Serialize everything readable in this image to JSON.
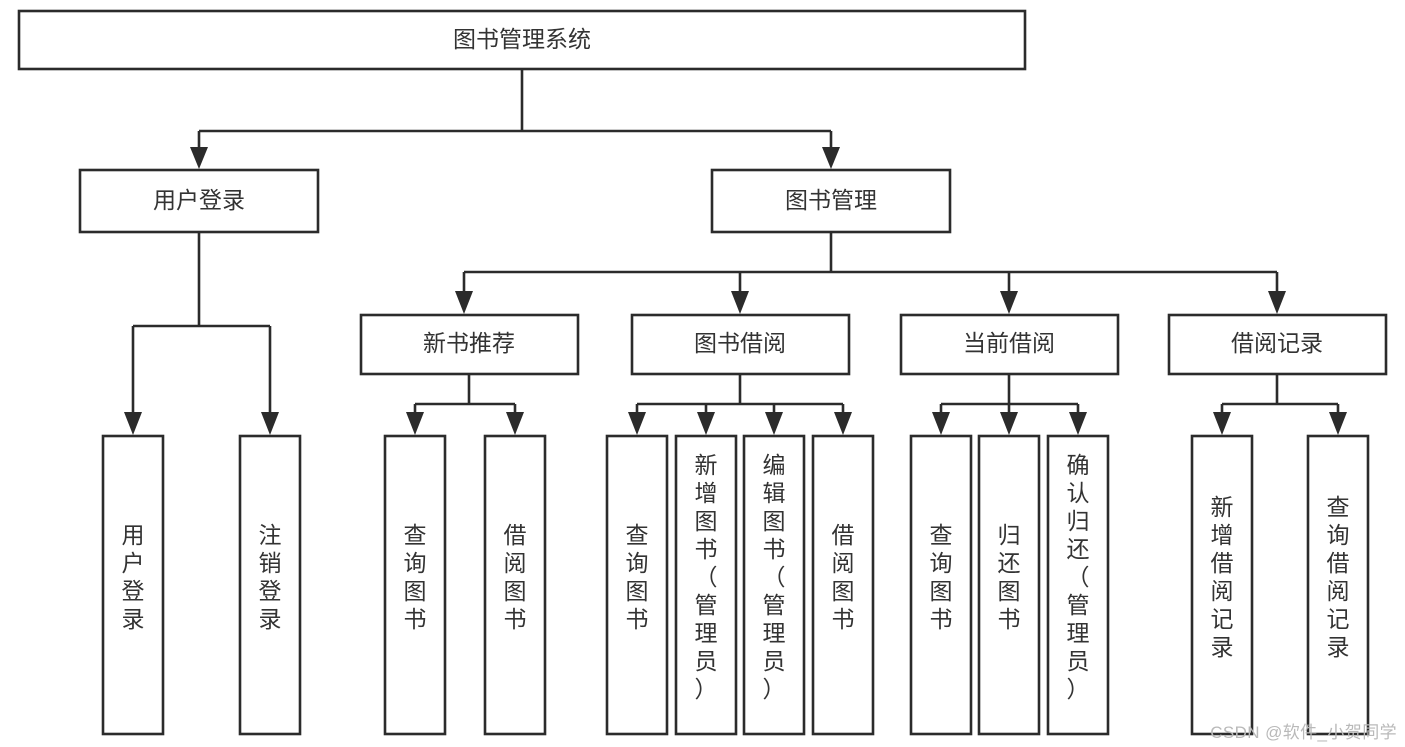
{
  "diagram": {
    "type": "tree-hierarchy-flowchart",
    "title_node": {
      "id": "root",
      "label": "图书管理系统"
    },
    "levels": [
      {
        "level": 0,
        "nodes": [
          {
            "id": "root",
            "label": "图书管理系统",
            "orientation": "horizontal"
          }
        ]
      },
      {
        "level": 1,
        "nodes": [
          {
            "id": "user-login",
            "label": "用户登录",
            "orientation": "horizontal",
            "parent": "root"
          },
          {
            "id": "book-manage",
            "label": "图书管理",
            "orientation": "horizontal",
            "parent": "root"
          }
        ]
      },
      {
        "level": 2,
        "nodes": [
          {
            "id": "new-book-rec",
            "label": "新书推荐",
            "orientation": "horizontal",
            "parent": "book-manage"
          },
          {
            "id": "book-borrow",
            "label": "图书借阅",
            "orientation": "horizontal",
            "parent": "book-manage"
          },
          {
            "id": "current-borrow",
            "label": "当前借阅",
            "orientation": "horizontal",
            "parent": "book-manage"
          },
          {
            "id": "borrow-record",
            "label": "借阅记录",
            "orientation": "horizontal",
            "parent": "book-manage"
          }
        ]
      },
      {
        "level": 3,
        "nodes": [
          {
            "id": "leaf-user-login",
            "label": "用户登录",
            "orientation": "vertical",
            "parent": "user-login"
          },
          {
            "id": "leaf-logout",
            "label": "注销登录",
            "orientation": "vertical",
            "parent": "user-login"
          },
          {
            "id": "leaf-query-book-1",
            "label": "查询图书",
            "orientation": "vertical",
            "parent": "new-book-rec"
          },
          {
            "id": "leaf-borrow-book-1",
            "label": "借阅图书",
            "orientation": "vertical",
            "parent": "new-book-rec"
          },
          {
            "id": "leaf-query-book-2",
            "label": "查询图书",
            "orientation": "vertical",
            "parent": "book-borrow"
          },
          {
            "id": "leaf-add-book",
            "label": "新增图书（管理员）",
            "orientation": "vertical",
            "parent": "book-borrow"
          },
          {
            "id": "leaf-edit-book",
            "label": "编辑图书（管理员）",
            "orientation": "vertical",
            "parent": "book-borrow"
          },
          {
            "id": "leaf-borrow-book-2",
            "label": "借阅图书",
            "orientation": "vertical",
            "parent": "book-borrow"
          },
          {
            "id": "leaf-query-book-3",
            "label": "查询图书",
            "orientation": "vertical",
            "parent": "current-borrow"
          },
          {
            "id": "leaf-return-book",
            "label": "归还图书",
            "orientation": "vertical",
            "parent": "current-borrow"
          },
          {
            "id": "leaf-confirm-return",
            "label": "确认归还（管理员）",
            "orientation": "vertical",
            "parent": "current-borrow"
          },
          {
            "id": "leaf-add-record",
            "label": "新增借阅记录",
            "orientation": "vertical",
            "parent": "borrow-record"
          },
          {
            "id": "leaf-query-record",
            "label": "查询借阅记录",
            "orientation": "vertical",
            "parent": "borrow-record"
          }
        ]
      }
    ],
    "colors": {
      "background": "#ffffff",
      "box_fill": "#ffffff",
      "box_stroke": "#2b2b2b",
      "connector": "#2b2b2b",
      "text": "#333333",
      "watermark": "#b9b9b9"
    }
  },
  "watermark": {
    "text": "CSDN @软件_小贺同学"
  }
}
